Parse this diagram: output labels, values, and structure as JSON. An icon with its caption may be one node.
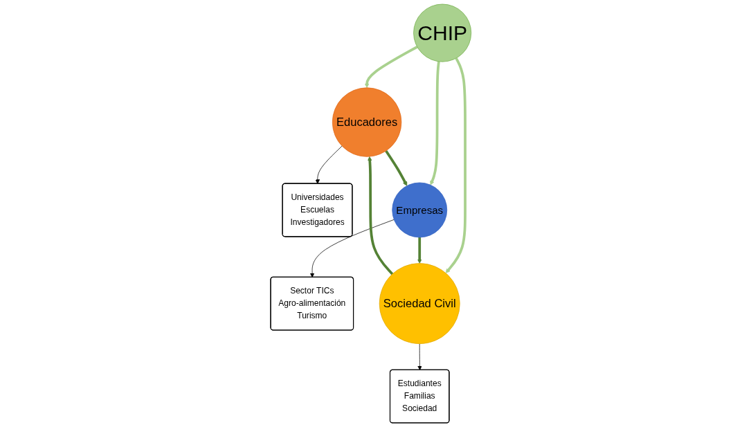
{
  "diagram": {
    "nodes": [
      {
        "text": [
          "Universidades",
          "Escuelas",
          "Investigadores"
        ]
      },
      {
        "text": [
          "Educadores"
        ]
      },
      {
        "text": [
          "Estudiantes",
          "Familias",
          "Sociedad"
        ]
      },
      {
        "text": [
          "Sector TICs",
          "Agro-alimentación",
          "Turismo"
        ]
      },
      {
        "text": [
          "Sociedad Civil"
        ]
      },
      {
        "text": [
          "CHIP"
        ]
      },
      {
        "text": [
          "Empresas"
        ]
      }
    ],
    "edges": [
      {
        "from": 1,
        "to": 0,
        "arrow": "to",
        "color": "#000000"
      },
      {
        "from": 4,
        "to": 2,
        "arrow": "to",
        "color": "#000000"
      },
      {
        "from": 6,
        "to": 3,
        "arrow": "to",
        "color": "#000000"
      },
      {
        "from": 5,
        "to": 1,
        "arrow": "to",
        "color": "#a9d18e"
      },
      {
        "from": 5,
        "to": 4,
        "arrow": "to",
        "color": "#a9d18e"
      },
      {
        "from": 5,
        "to": 6,
        "arrow": "to",
        "color": "#a9d18e"
      },
      {
        "from": 4,
        "to": 1,
        "arrow": "to",
        "color": "#548235"
      },
      {
        "from": 1,
        "to": 6,
        "arrow": "to",
        "color": "#548235"
      },
      {
        "from": 6,
        "to": 4,
        "arrow": "to",
        "color": "#548235"
      }
    ]
  }
}
